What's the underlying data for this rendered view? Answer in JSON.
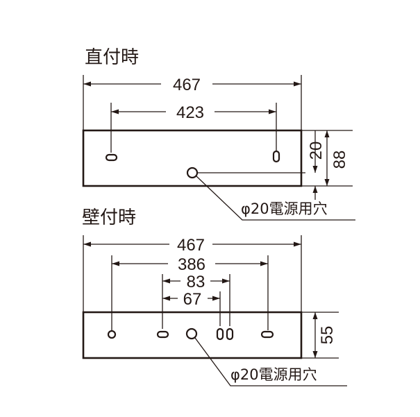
{
  "colors": {
    "line": "#231815",
    "background": "#ffffff"
  },
  "ceiling_mount": {
    "title": "直付時",
    "overall_width": "467",
    "mount_pitch": "423",
    "slot_offset": "20",
    "height": "88",
    "cable_hole_note": "φ20電源用穴"
  },
  "wall_mount": {
    "title": "壁付時",
    "overall_width": "467",
    "mount_pitch": "386",
    "inner_pitch_outer": "83",
    "inner_pitch_inner": "67",
    "height": "55",
    "cable_hole_note": "φ20電源用穴"
  }
}
